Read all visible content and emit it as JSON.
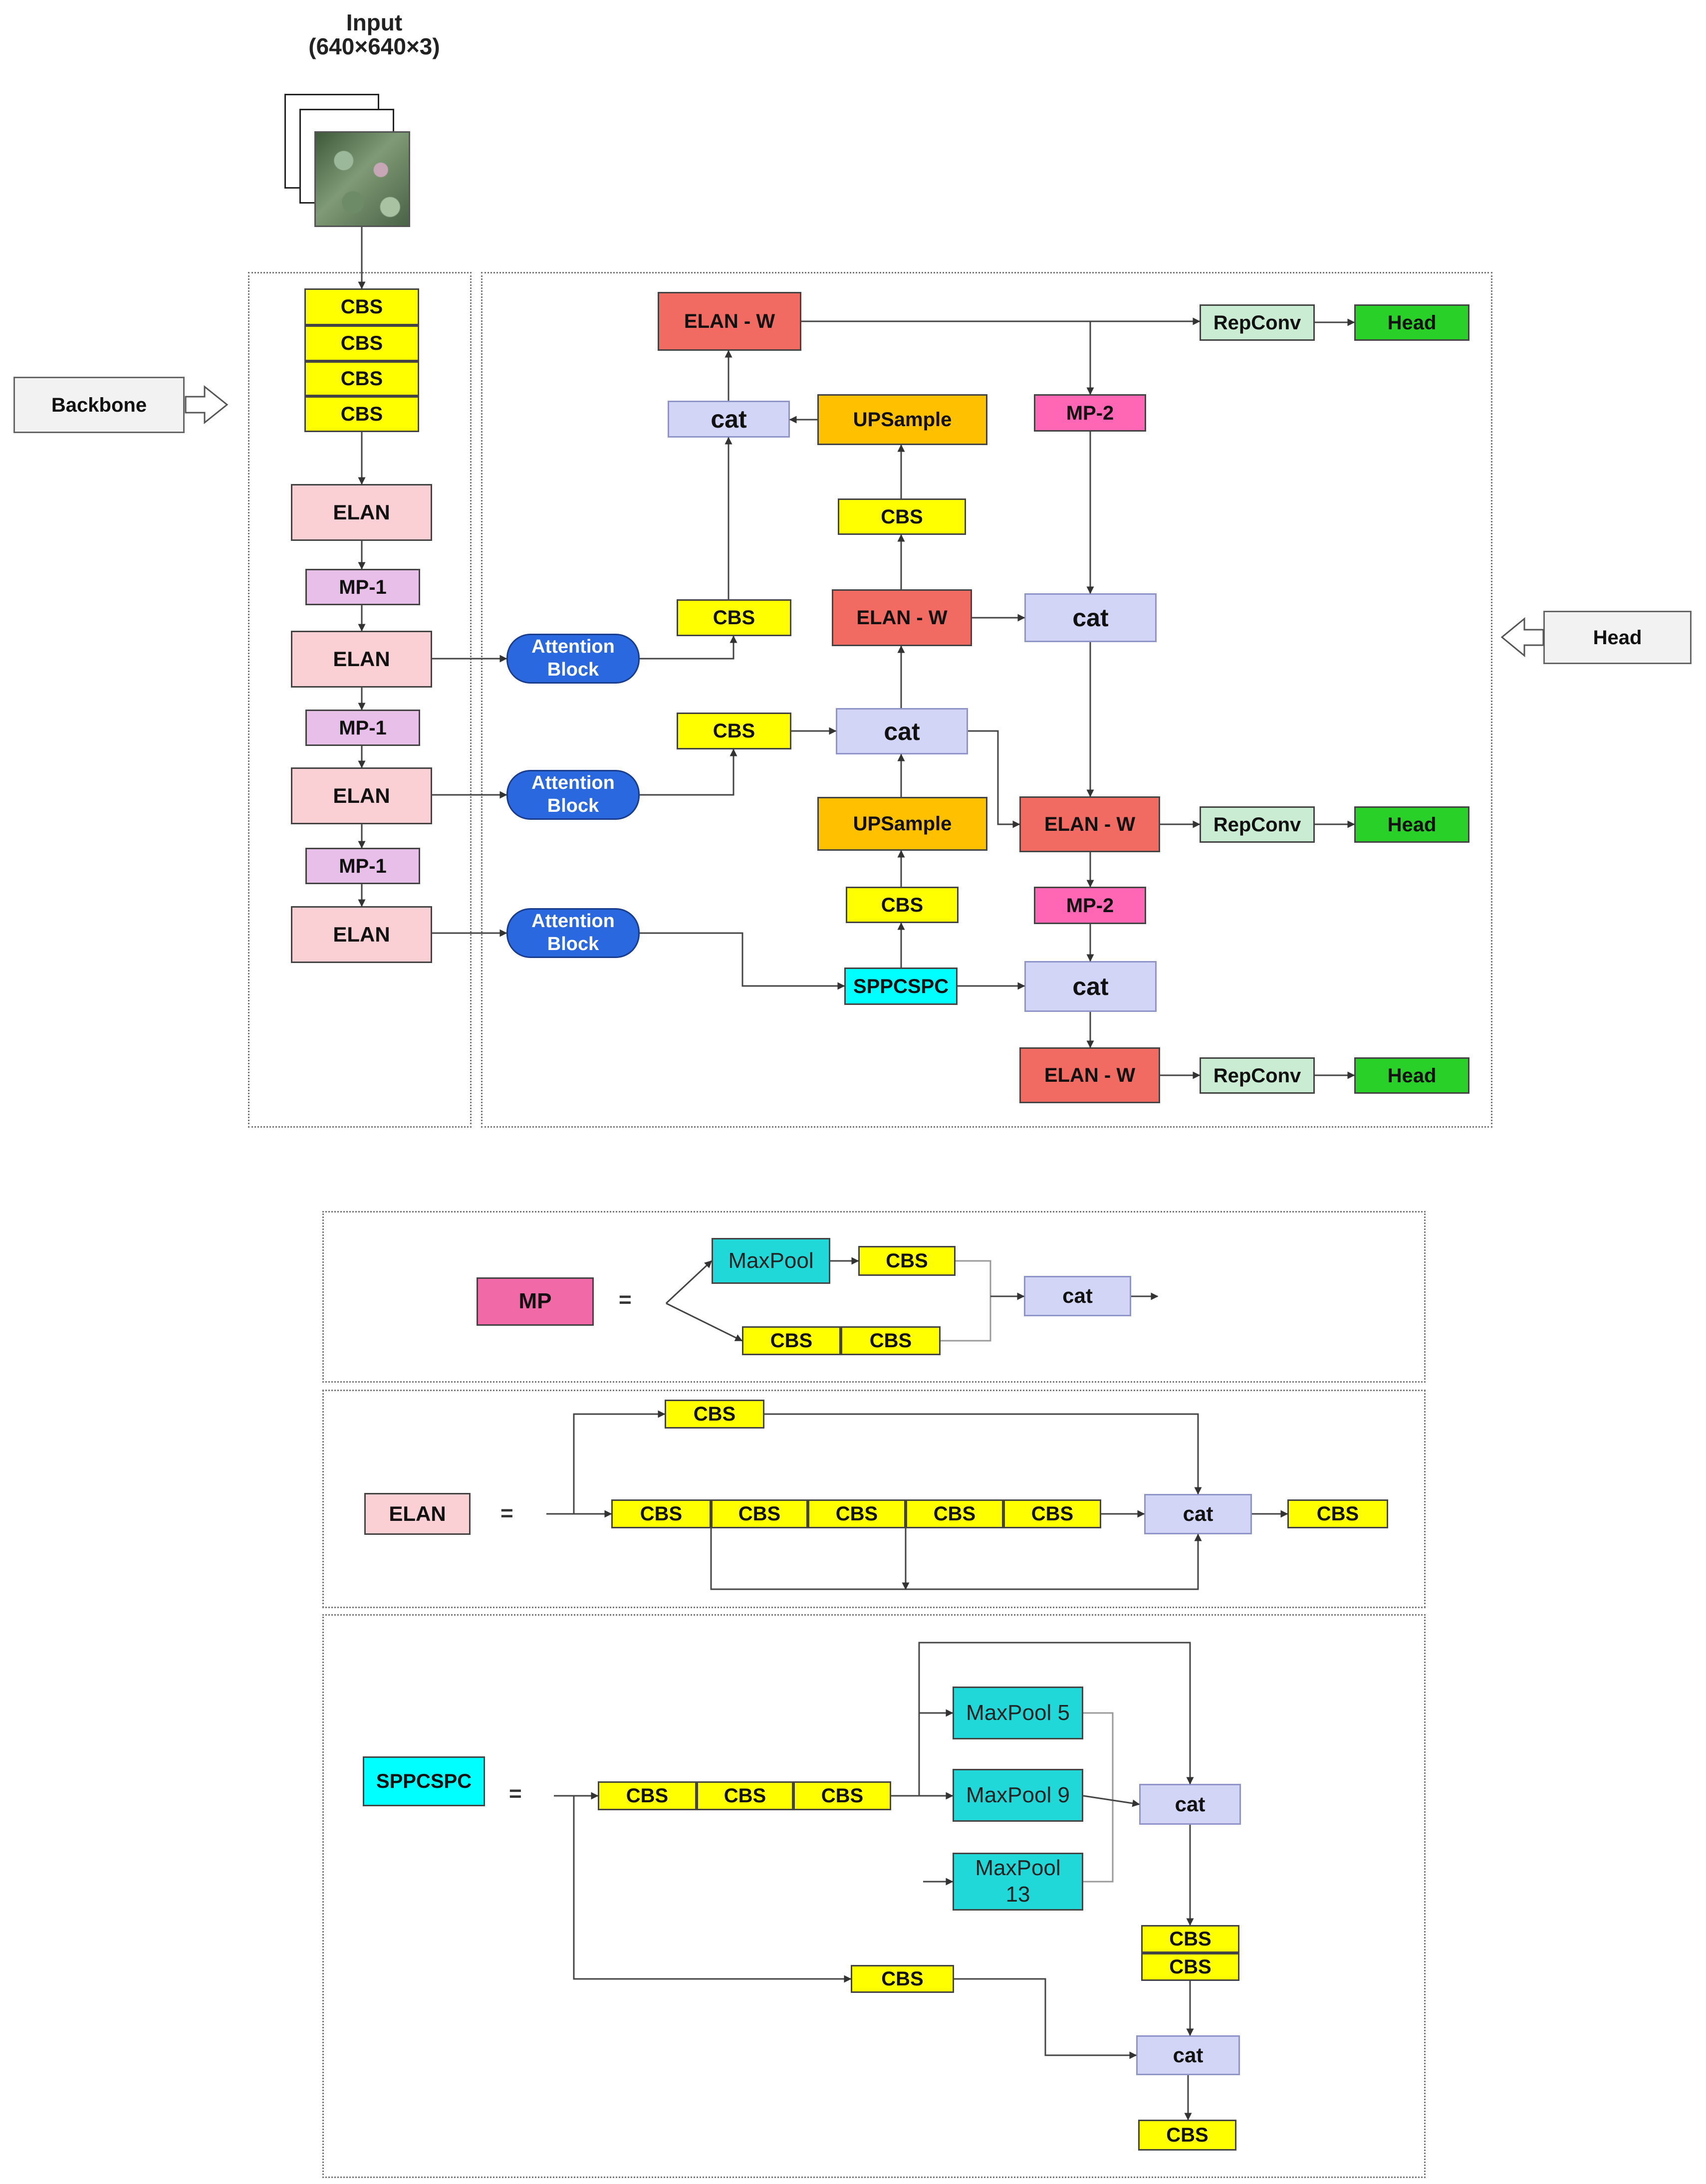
{
  "input": {
    "title": "Input",
    "shape": "(640×640×3)"
  },
  "side_labels": {
    "backbone": "Backbone",
    "head": "Head"
  },
  "backbone": {
    "cbs": [
      "CBS",
      "CBS",
      "CBS",
      "CBS"
    ],
    "elan": [
      "ELAN",
      "ELAN",
      "ELAN",
      "ELAN"
    ],
    "mp1": [
      "MP-1",
      "MP-1",
      "MP-1"
    ]
  },
  "neck": {
    "attention": [
      "Attention\nBlock",
      "Attention\nBlock",
      "Attention\nBlock"
    ],
    "cbs_left": [
      "CBS",
      "CBS"
    ],
    "cat_left": "cat",
    "elan_w_top": "ELAN - W",
    "upsample": [
      "UPSample",
      "UPSample"
    ],
    "cbs_mid": [
      "CBS",
      "CBS"
    ],
    "elan_w_mid": "ELAN - W",
    "cat_mid": "cat",
    "sppcspc": "SPPCSPC",
    "mp2": [
      "MP-2",
      "MP-2"
    ],
    "cat_right": [
      "cat",
      "cat"
    ],
    "elan_w_right": [
      "ELAN - W",
      "ELAN - W"
    ],
    "repconv": [
      "RepConv",
      "RepConv",
      "RepConv"
    ],
    "head": [
      "Head",
      "Head",
      "Head"
    ]
  },
  "legend_mp": {
    "name": "MP",
    "eq": "=",
    "maxpool": "MaxPool",
    "cbs": [
      "CBS",
      "CBS",
      "CBS"
    ],
    "cat": "cat"
  },
  "legend_elan": {
    "name": "ELAN",
    "eq": "=",
    "cbs_top": "CBS",
    "cbs_row": [
      "CBS",
      "CBS",
      "CBS",
      "CBS",
      "CBS"
    ],
    "cat": "cat",
    "cbs_out": "CBS"
  },
  "legend_spp": {
    "name": "SPPCSPC",
    "eq": "=",
    "cbs_row": [
      "CBS",
      "CBS",
      "CBS"
    ],
    "maxpools": [
      "MaxPool 5",
      "MaxPool 9",
      "MaxPool\n13"
    ],
    "cat": [
      "cat",
      "cat"
    ],
    "cbs_stack": [
      "CBS",
      "CBS"
    ],
    "cbs_bottom": "CBS",
    "cbs_out": "CBS"
  },
  "colors": {
    "cbs": "#ffff00",
    "elan": "#fad0d4",
    "mp1": "#e8bfe8",
    "attention": "#2a68e0",
    "cat": "#d3d5f6",
    "upsample": "#ffc000",
    "elan_w": "#f26b63",
    "sppcspc": "#00ffff",
    "mp2": "#ff66b3",
    "repconv": "#c9ecd3",
    "head": "#28d028",
    "maxpool": "#20d8d8"
  }
}
